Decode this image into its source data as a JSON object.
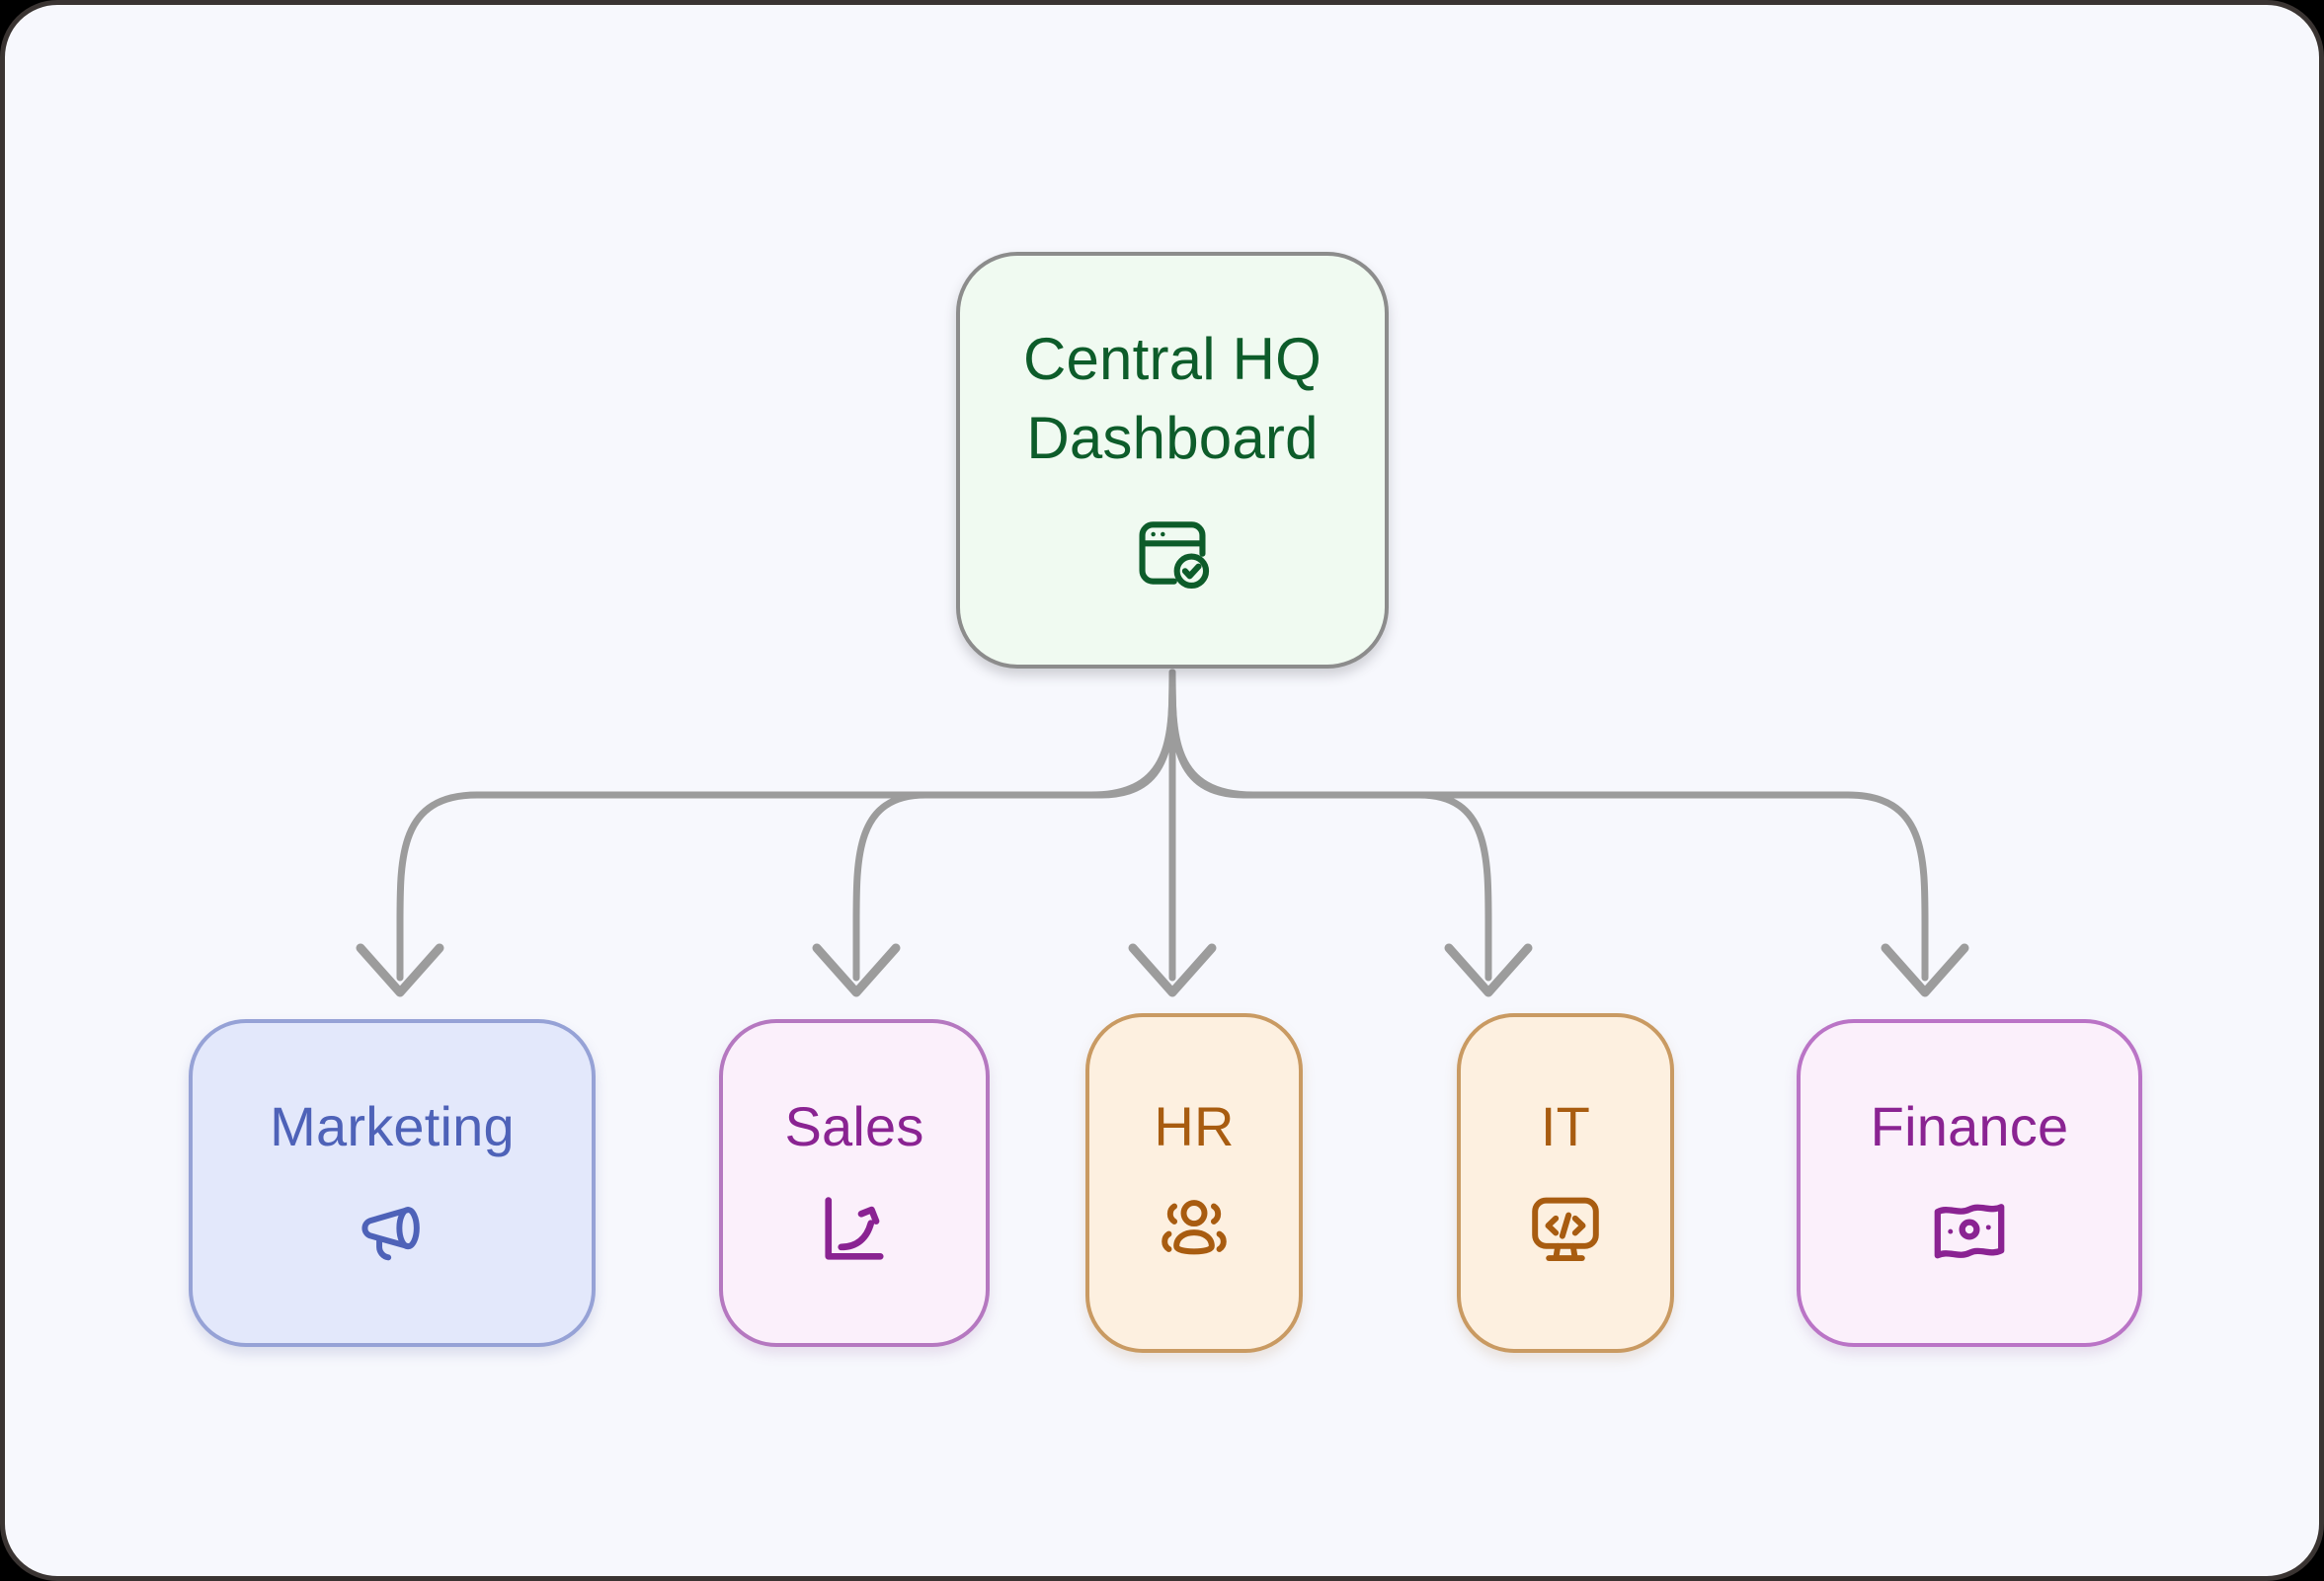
{
  "canvas": {
    "background_color": "#f7f8fd",
    "border_color": "#3a3432"
  },
  "diagram": {
    "type": "org-flowchart",
    "title": "Central HQ Dashboard departments",
    "root": {
      "id": "root",
      "label": "Central HQ\nDashboard",
      "icon": "browser-check-icon",
      "text_color": "#0d5c2a",
      "fill_color": "#f0faf1",
      "border_color": "#8c8c8c"
    },
    "children": [
      {
        "id": "marketing",
        "label": "Marketing",
        "icon": "megaphone-icon",
        "text_color": "#4e62b8",
        "fill_color": "#e3e8fb",
        "border_color": "#96a2d6"
      },
      {
        "id": "sales",
        "label": "Sales",
        "icon": "trend-up-arrow-icon",
        "text_color": "#8a2392",
        "fill_color": "#fbf0fb",
        "border_color": "#b578c0"
      },
      {
        "id": "hr",
        "label": "HR",
        "icon": "users-group-icon",
        "text_color": "#a85c10",
        "fill_color": "#fdf0e0",
        "border_color": "#c99a62"
      },
      {
        "id": "it",
        "label": "IT",
        "icon": "code-monitor-icon",
        "text_color": "#a85c10",
        "fill_color": "#fdf0e0",
        "border_color": "#c99a62"
      },
      {
        "id": "finance",
        "label": "Finance",
        "icon": "banknote-icon",
        "text_color": "#8a2392",
        "fill_color": "#fbf0fb",
        "border_color": "#ba74c6"
      }
    ],
    "edges": [
      {
        "from": "root",
        "to": "marketing"
      },
      {
        "from": "root",
        "to": "sales"
      },
      {
        "from": "root",
        "to": "hr"
      },
      {
        "from": "root",
        "to": "it"
      },
      {
        "from": "root",
        "to": "finance"
      }
    ],
    "edge_color": "#9c9c9c"
  }
}
